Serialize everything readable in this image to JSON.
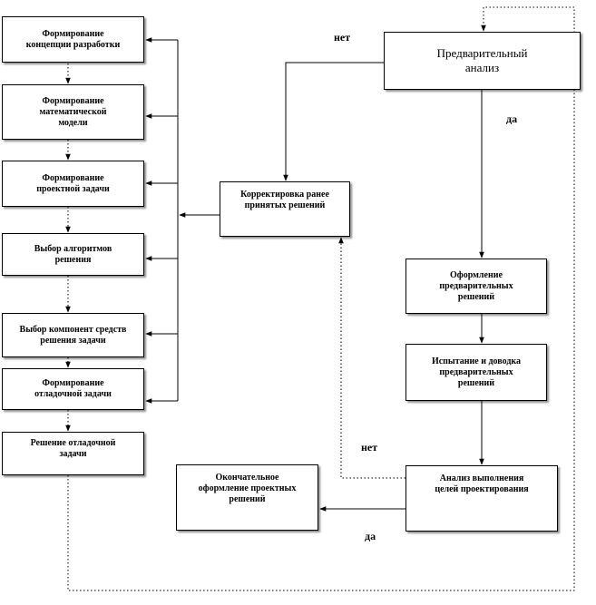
{
  "boxes": {
    "b1": "Формирование\nконцепции разработки",
    "b2": "Формирование\nматематической\nмодели",
    "b3": "Формирование\nпроектной задачи",
    "b4": "Выбор алгоритмов\nрешения",
    "b5": "Выбор компонент средств\nрешения задачи",
    "b6": "Формирование\nотладочной задачи",
    "b7": "Решение отладочной\nзадачи",
    "prelim": "Предварительный\nанализ",
    "correct": "Корректировка ранее\nпринятых решений",
    "design": "Оформление\nпредварительных\nрешений",
    "test": "Испытание и доводка\nпредварительных\nрешений",
    "goal": "Анализ выполнения\nцелей проектирования",
    "final": "Окончательное\nоформление проектных\nрешений"
  },
  "labels": {
    "net_top": "нет",
    "da_top": "да",
    "net_bottom": "нет",
    "da_bottom": "да"
  },
  "colors": {
    "line": "#000000",
    "box_border": "#000000",
    "background": "#ffffff"
  }
}
